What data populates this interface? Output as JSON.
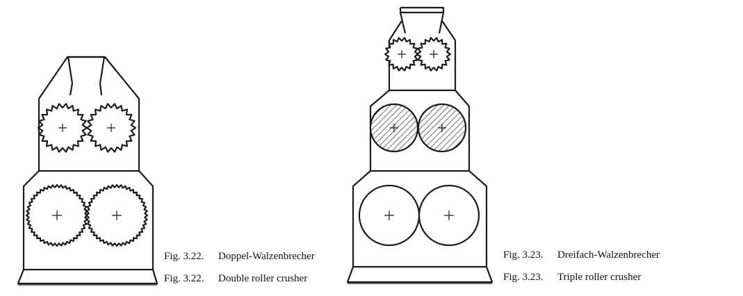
{
  "figures": [
    {
      "id": "fig-3-22",
      "number": "Fig. 3.22.",
      "caption_de": "Doppel-Walzenbrecher",
      "caption_en": "Double roller crusher"
    },
    {
      "id": "fig-3-23",
      "number": "Fig. 3.23.",
      "caption_de": "Dreifach-Walzenbrecher",
      "caption_en": "Triple roller crusher"
    }
  ],
  "colors": {
    "line": "#1a1a1a",
    "background": "#ffffff"
  }
}
